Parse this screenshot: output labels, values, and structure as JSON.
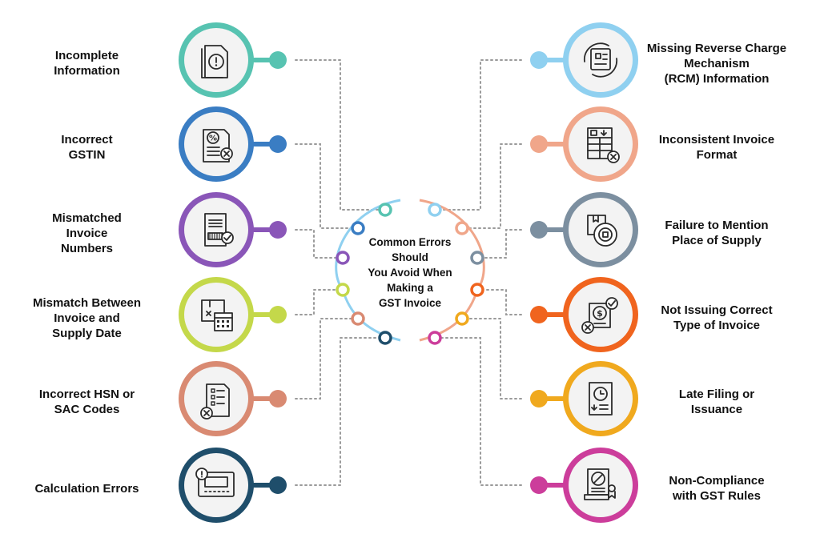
{
  "center": {
    "lines": [
      "Common Errors",
      "Should",
      "You Avoid When",
      "Making a",
      "GST Invoice"
    ]
  },
  "left_items": [
    {
      "lines": [
        "Incomplete",
        "Information"
      ],
      "icon": "document-warning-icon",
      "color": "#57c3b1"
    },
    {
      "lines": [
        "Incorrect",
        "GSTIN"
      ],
      "icon": "percent-document-icon",
      "color": "#3a7dc3"
    },
    {
      "lines": [
        "Mismatched",
        "Invoice",
        "Numbers"
      ],
      "icon": "barcode-invoice-icon",
      "color": "#8a56b8"
    },
    {
      "lines": [
        "Mismatch Between",
        "Invoice and",
        "Supply Date"
      ],
      "icon": "box-calendar-icon",
      "color": "#c4d84a"
    },
    {
      "lines": [
        "Incorrect HSN or",
        "SAC Codes"
      ],
      "icon": "code-document-icon",
      "color": "#d98a72"
    },
    {
      "lines": [
        "Calculation Errors"
      ],
      "icon": "calculator-warning-icon",
      "color": "#1f4e6b"
    }
  ],
  "right_items": [
    {
      "lines": [
        "Missing Reverse Charge",
        "Mechanism",
        "(RCM) Information"
      ],
      "icon": "reverse-cycle-icon",
      "color": "#8fd0f0"
    },
    {
      "lines": [
        "Inconsistent Invoice",
        "Format"
      ],
      "icon": "spreadsheet-error-icon",
      "color": "#f0a68a"
    },
    {
      "lines": [
        "Failure to Mention",
        "Place of Supply"
      ],
      "icon": "location-box-icon",
      "color": "#7c8fa0"
    },
    {
      "lines": [
        "Not Issuing Correct",
        "Type of Invoice"
      ],
      "icon": "coin-check-icon",
      "color": "#f0641e"
    },
    {
      "lines": [
        "Late Filing or",
        "Issuance"
      ],
      "icon": "clock-document-icon",
      "color": "#f0a91e"
    },
    {
      "lines": [
        "Non-Compliance",
        "with GST Rules"
      ],
      "icon": "banned-certificate-icon",
      "color": "#cc3d9b"
    }
  ],
  "colors": {
    "connector": "#9a9a9a",
    "icon_stroke": "#2b2b2b",
    "circle_fill": "#f3f3f3"
  }
}
